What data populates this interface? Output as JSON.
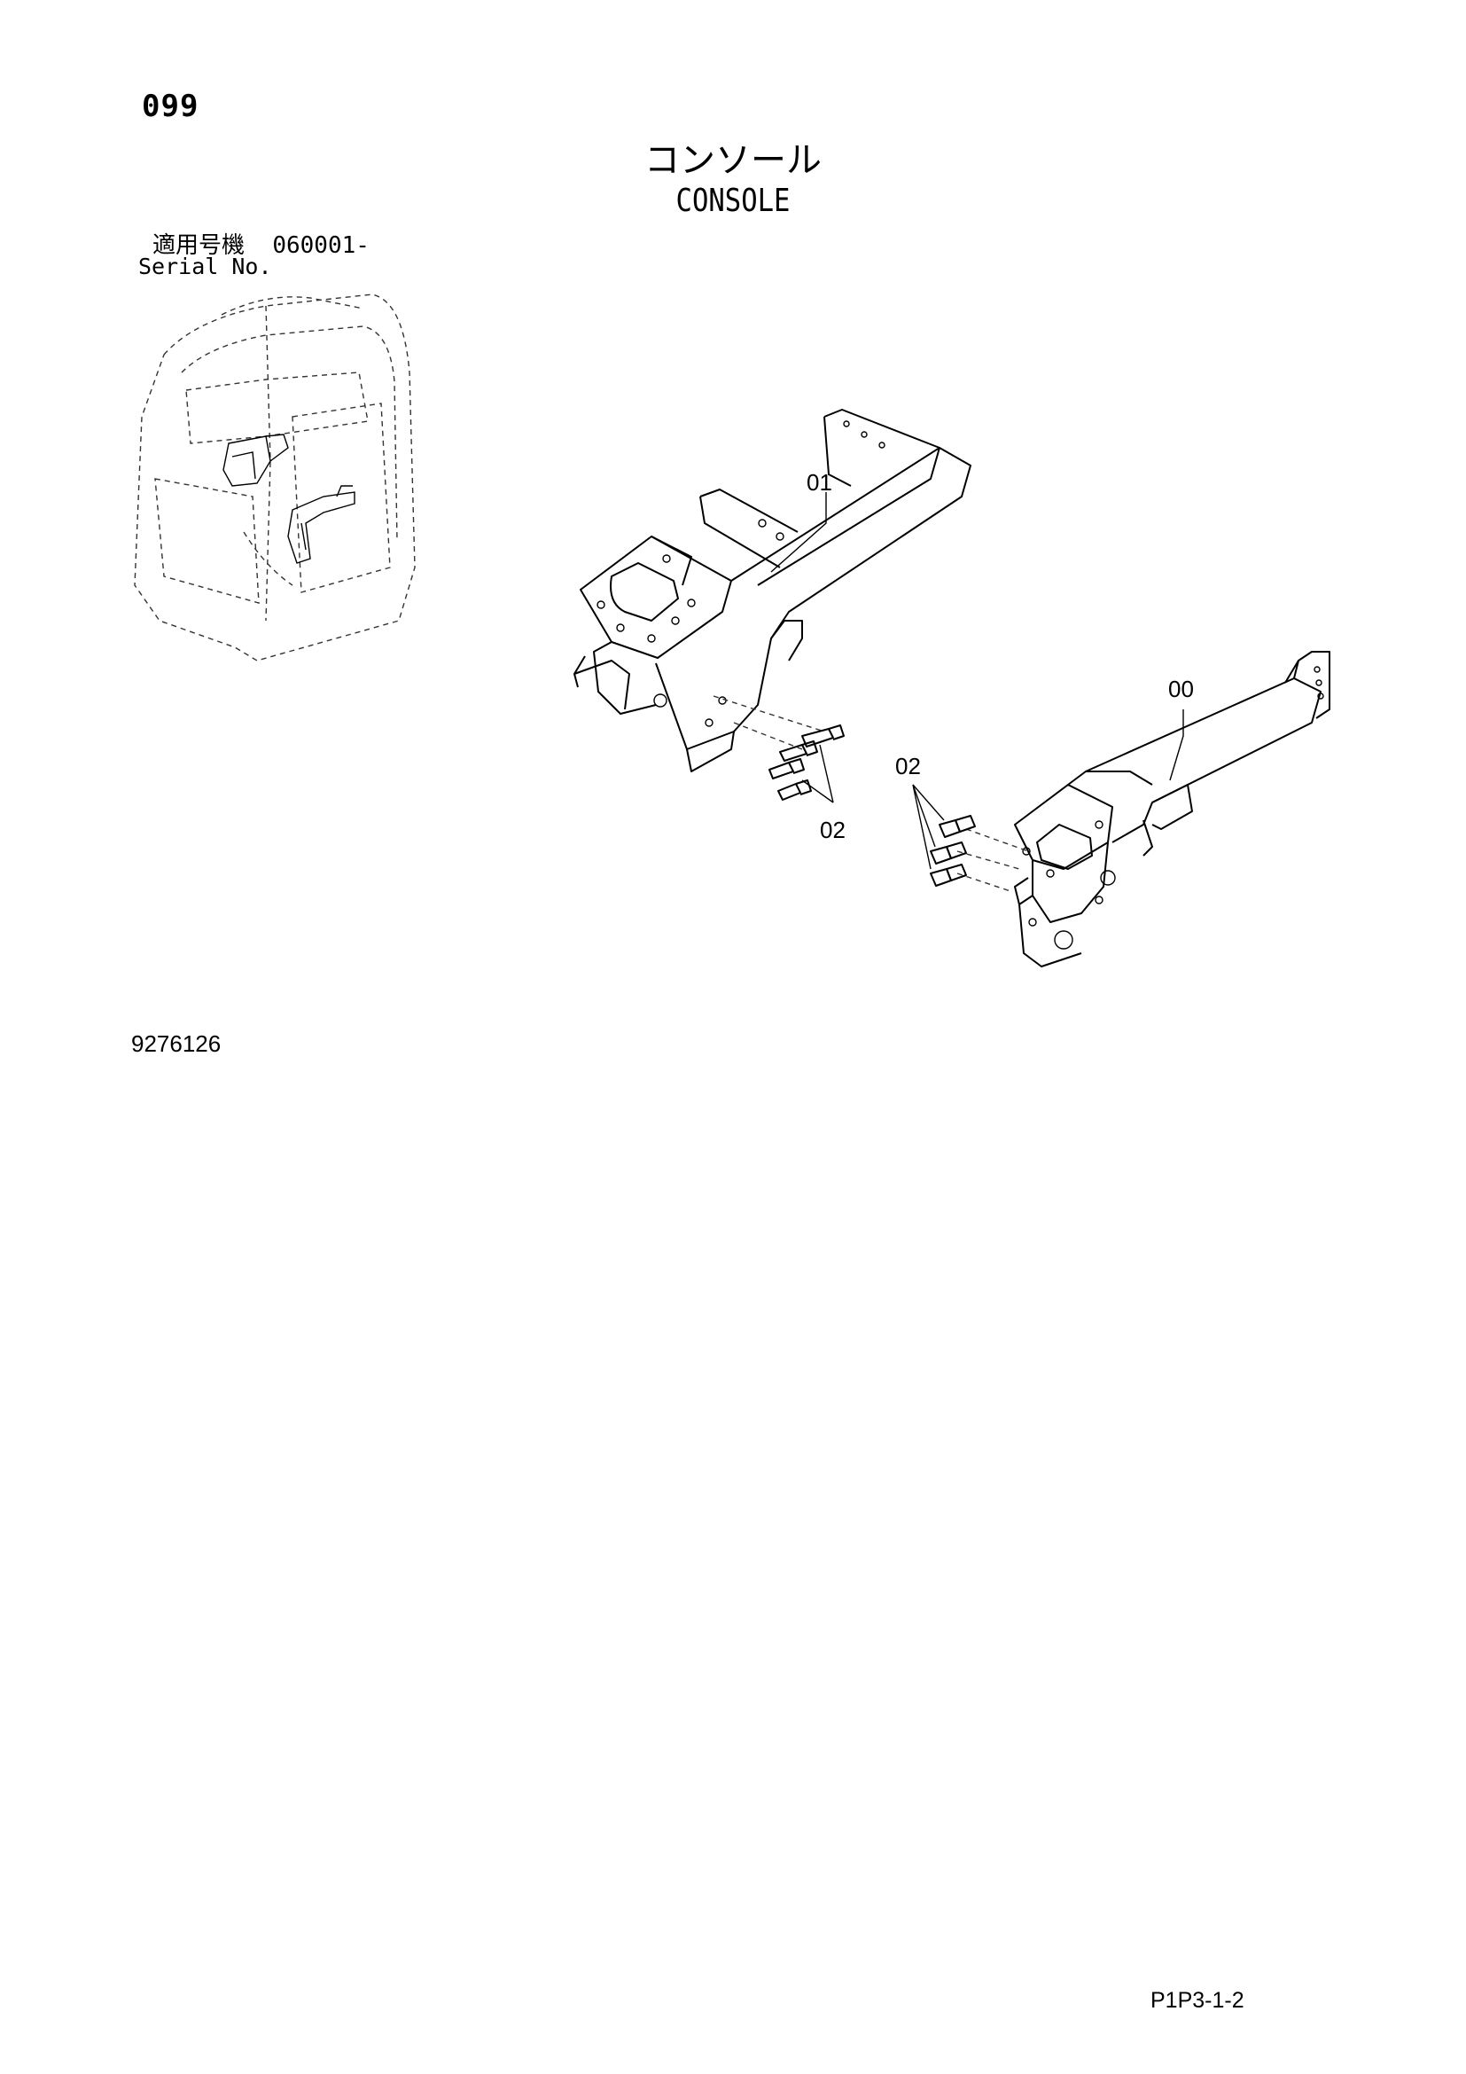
{
  "header": {
    "page_number": "099",
    "title_jp": "コンソール",
    "title_en": "CONSOLE"
  },
  "serial": {
    "label_jp": "適用号機",
    "range": "060001-",
    "label_en": "Serial No."
  },
  "callouts": {
    "part_01": "01",
    "part_00": "00",
    "part_02_left": "02",
    "part_02_right": "02"
  },
  "footer": {
    "drawing_number": "9276126",
    "page_code": "P1P3-1-2"
  }
}
